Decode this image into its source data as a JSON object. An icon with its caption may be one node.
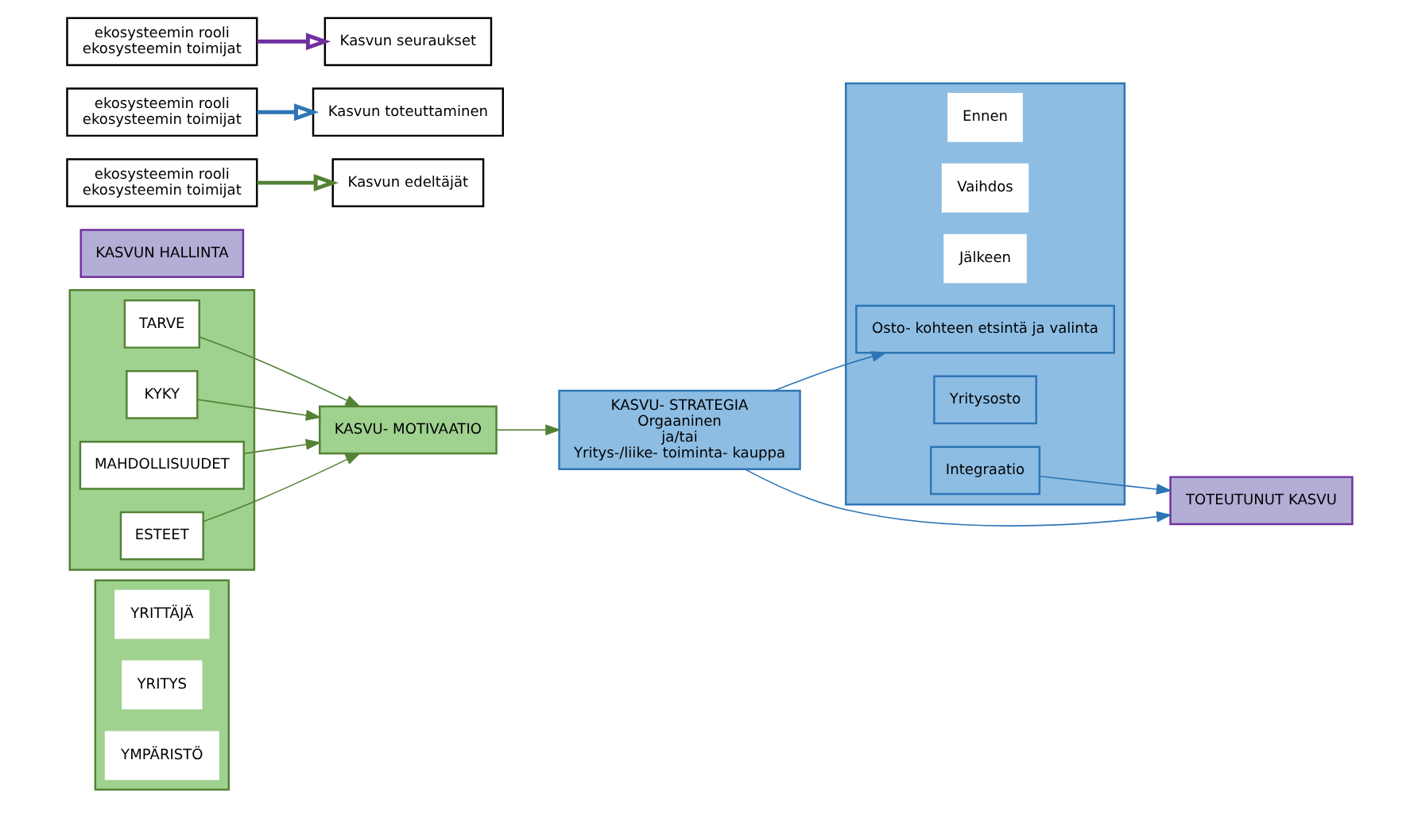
{
  "diagram": {
    "nodes": [
      {
        "text": [],
        "shape": "box"
      },
      {
        "text": [
          "YRITTÄJÄ"
        ],
        "in": 0
      },
      {
        "text": [
          "YRITYS"
        ],
        "in": 0
      },
      {
        "text": [
          "YMPÄRISTÖ"
        ],
        "in": 0
      },
      {
        "text": [],
        "shape": "box"
      },
      {
        "text": [
          "TARVE"
        ],
        "in": 4
      },
      {
        "text": [
          "KYKY"
        ],
        "in": 4
      },
      {
        "text": [
          "MAHDOLLISUUDET"
        ],
        "in": 4
      },
      {
        "text": [
          "ESTEET"
        ],
        "in": 4
      },
      {
        "text": [
          "KASVU- MOTIVAATIO"
        ]
      },
      {
        "text": [
          "KASVU- STRATEGIA",
          "Orgaaninen",
          "ja/tai",
          "Yritys-/liike- toiminta- kauppa"
        ]
      },
      {
        "text": [],
        "shape": "box"
      },
      {
        "text": [
          "Ennen"
        ],
        "in": 11
      },
      {
        "text": [
          "Vaihdos"
        ],
        "in": 11
      },
      {
        "text": [
          "Jälkeen"
        ],
        "in": 11
      },
      {
        "text": [
          "Osto- kohteen etsintä ja valinta"
        ],
        "in": 11
      },
      {
        "text": [
          "Yritysosto"
        ],
        "in": 11
      },
      {
        "text": [
          "Integraatio"
        ],
        "in": 11
      },
      {
        "text": [
          "TOTEUTUNUT KASVU"
        ]
      },
      {
        "text": [
          "KASVUN HALLINTA"
        ]
      },
      {
        "text": [
          "Kasvun edeltäjät"
        ]
      },
      {
        "text": [
          "Kasvun toteuttaminen"
        ]
      },
      {
        "text": [
          "Kasvun seuraukset"
        ]
      },
      {
        "text": [
          "ekosysteemin rooli",
          "ekosysteemin toimijat"
        ]
      },
      {
        "text": [
          "ekosysteemin rooli",
          "ekosysteemin toimijat"
        ]
      },
      {
        "text": [
          "ekosysteemin rooli",
          "ekosysteemin toimijat"
        ]
      }
    ],
    "edges": [
      {
        "from": 5,
        "to": 9,
        "arrow": "to"
      },
      {
        "from": 6,
        "to": 9,
        "arrow": "to"
      },
      {
        "from": 7,
        "to": 9,
        "arrow": "to"
      },
      {
        "from": 8,
        "to": 9,
        "arrow": "to"
      },
      {
        "from": 9,
        "to": 10,
        "arrow": "to"
      },
      {
        "from": 10,
        "to": 18,
        "arrow": "to",
        "color": "#2e75b6"
      },
      {
        "from": 10,
        "to": 15,
        "arrow": "to",
        "color": "#2e75b6"
      },
      {
        "from": 17,
        "to": 18,
        "arrow": "to",
        "color": "#2e75b6"
      },
      {
        "from": 23,
        "to": 20,
        "arrow": "to",
        "style": "thick"
      },
      {
        "from": 24,
        "to": 21,
        "arrow": "to",
        "style": "thick",
        "color": "#2e75b6"
      },
      {
        "from": 25,
        "to": 22,
        "arrow": "to",
        "style": "thick",
        "color": "#7030a0"
      }
    ]
  }
}
